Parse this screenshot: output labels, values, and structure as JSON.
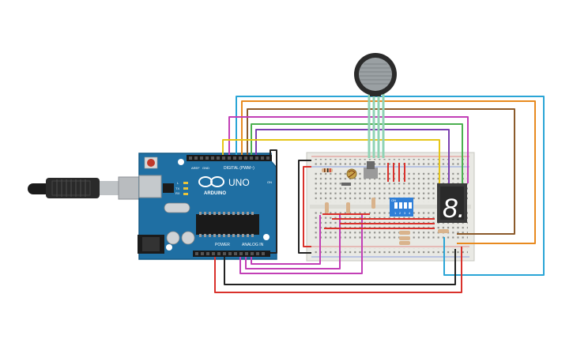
{
  "board": {
    "brand": "ARDUINO",
    "model": "UNO",
    "digital_label": "DIGITAL (PWM~)",
    "analog_label": "ANALOG IN",
    "power_label": "POWER",
    "aref_label": "AREF",
    "gnd_label": "GND",
    "tx_label": "TX",
    "rx_label": "RX",
    "l_label": "L",
    "on_label": "ON"
  },
  "dip_switch": {
    "on_label": "ON",
    "numbers": [
      "1",
      "2",
      "3",
      "4"
    ]
  },
  "display": {
    "digit": "8."
  },
  "colors": {
    "board_blue": "#1f6fa3",
    "board_dark": "#155a86",
    "breadboard": "#e9e9e4",
    "wire_cyan": "#2aa5d6",
    "wire_orange": "#e88a1f",
    "wire_brown": "#8b5a2b",
    "wire_green": "#4caf50",
    "wire_magenta": "#c23fb6",
    "wire_purple": "#7b3fb0",
    "wire_yellow": "#e6c619",
    "wire_red": "#d9312b",
    "wire_black": "#222222",
    "wire_mint": "#8fd3b5",
    "display_red": "#e0392f"
  },
  "icons": [
    "usb-cable-icon",
    "force-sensor-icon",
    "photoresistor-icon",
    "potentiometer-icon",
    "seven-segment-icon",
    "dip-switch-icon",
    "resistor-icon",
    "reset-button-icon"
  ]
}
